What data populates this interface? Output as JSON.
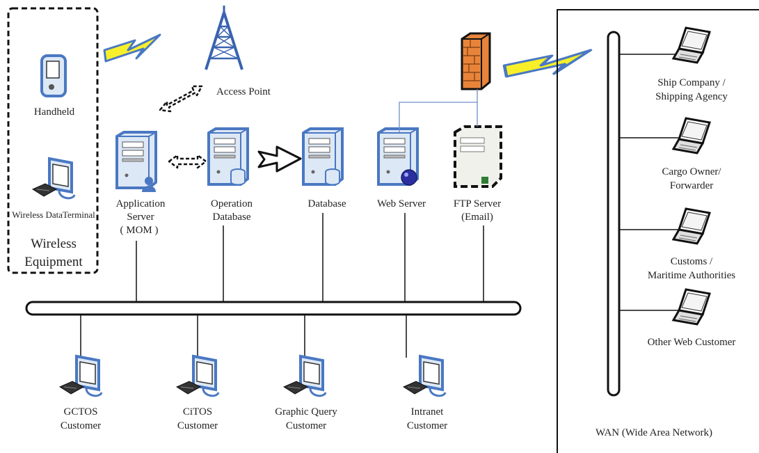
{
  "wireless_group": {
    "title_line1": "Wireless",
    "title_line2": "Equipment",
    "handheld_label": "Handheld",
    "terminal_label": "Wireless DataTerminal"
  },
  "access_point": {
    "label": "Access Point"
  },
  "servers": {
    "app_line1": "Application",
    "app_line2": "Server",
    "app_line3": "( MOM )",
    "opdb_line1": "Operation",
    "opdb_line2": "Database",
    "db_label": "Database",
    "web_label": "Web Server",
    "ftp_line1": "FTP Server",
    "ftp_line2": "(Email)"
  },
  "customers": {
    "gctos_line1": "GCTOS",
    "gctos_line2": "Customer",
    "citos_line1": "CiTOS",
    "citos_line2": "Customer",
    "graphic_line1": "Graphic Query",
    "graphic_line2": "Customer",
    "intranet_line1": "Intranet",
    "intranet_line2": "Customer"
  },
  "wan": {
    "label": "WAN (Wide Area Network)",
    "ship_line1": "Ship Company /",
    "ship_line2": "Shipping Agency",
    "cargo_line1": "Cargo Owner/",
    "cargo_line2": "Forwarder",
    "customs_line1": "Customs /",
    "customs_line2": "Maritime Authorities",
    "other_label": "Other Web Customer"
  },
  "colors": {
    "device_blue": "#4a78c2",
    "device_fill": "#dde8f6",
    "lightning_fill": "#f7ef2a",
    "lightning_stroke": "#4a78c2",
    "firewall": "#e8843a",
    "line": "#111111"
  },
  "icons": {
    "handheld": "pda-icon",
    "terminal": "wireless-terminal-icon",
    "tower": "antenna-tower-icon",
    "server": "server-tower-icon",
    "firewall": "brick-firewall-icon",
    "desktop": "desktop-computer-icon",
    "laptop": "laptop-icon",
    "lightning": "lightning-link-icon"
  }
}
